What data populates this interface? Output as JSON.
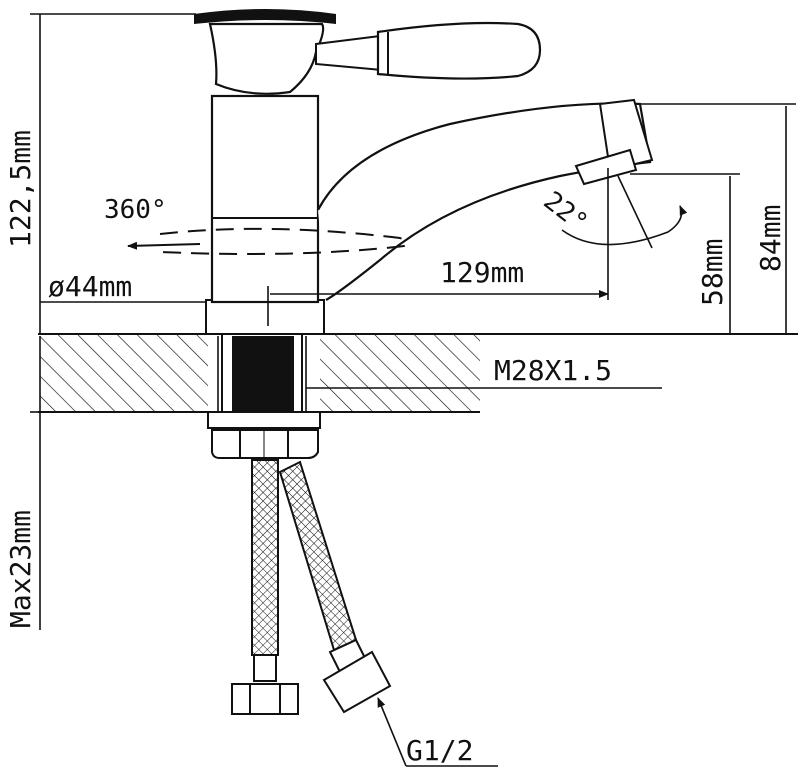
{
  "dimensions": {
    "height_total": "122,5mm",
    "spout_height": "84mm",
    "outlet_height": "58mm",
    "max_counter": "Max23mm",
    "reach": "129mm",
    "body_diameter": "ø44mm",
    "rotation": "360°",
    "spout_angle": "22°",
    "thread": "M28X1.5",
    "hose_connection": "G1/2"
  },
  "colors": {
    "stroke": "#111111",
    "background": "#ffffff"
  }
}
